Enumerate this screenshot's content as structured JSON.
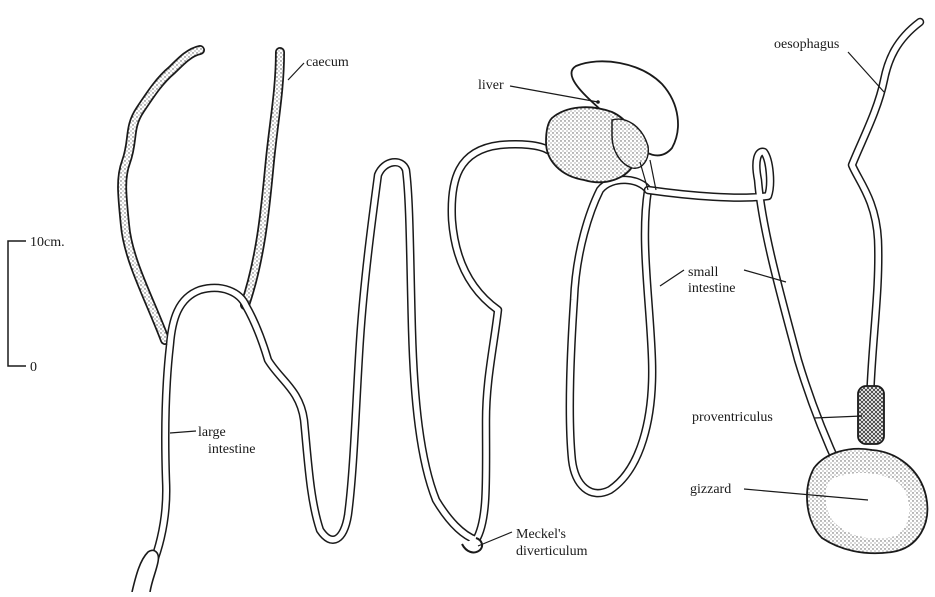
{
  "scale_bar": {
    "top_label": "10cm.",
    "bottom_label": "0"
  },
  "labels": {
    "caecum": "caecum",
    "liver": "liver",
    "oesophagus": "oesophagus",
    "small_intestine_line1": "small",
    "small_intestine_line2": "intestine",
    "large_intestine_line1": "large",
    "large_intestine_line2": "intestine",
    "meckels_line1": "Meckel's",
    "meckels_line2": "diverticulum",
    "proventriculus": "proventriculus",
    "gizzard": "gizzard"
  },
  "colors": {
    "ink": "#1a1a1a",
    "paper": "#ffffff",
    "stipple": "#9a9a9a"
  }
}
